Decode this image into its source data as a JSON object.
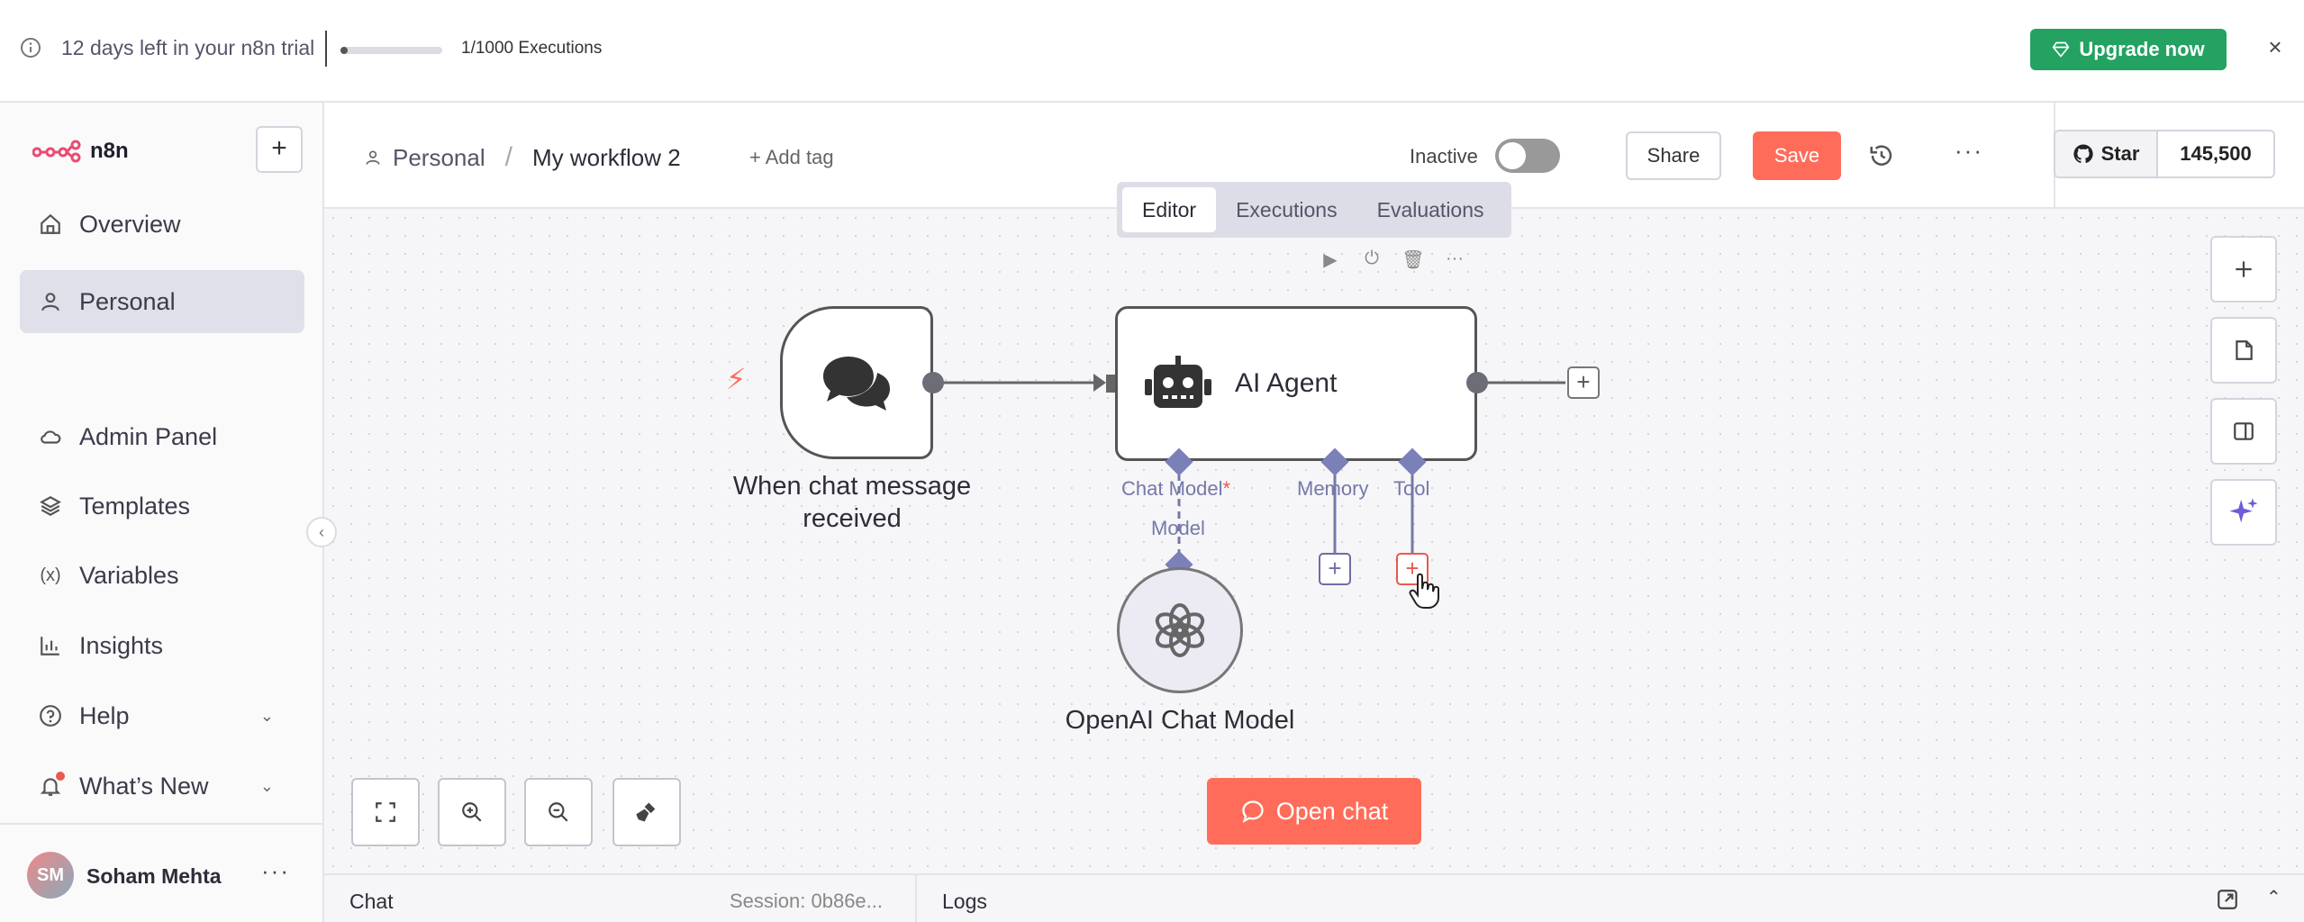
{
  "banner": {
    "trial_text": "12 days left in your n8n trial",
    "executions_text": "1/1000 Executions",
    "executions_progress": 0.001,
    "upgrade_label": "Upgrade now",
    "upgrade_color": "#23a262"
  },
  "sidebar": {
    "logo_text": "n8n",
    "items": [
      {
        "label": "Overview",
        "icon": "home-icon"
      },
      {
        "label": "Personal",
        "icon": "user-icon",
        "active": true
      },
      {
        "label": "Admin Panel",
        "icon": "cloud-icon"
      },
      {
        "label": "Templates",
        "icon": "box-icon"
      },
      {
        "label": "Variables",
        "icon": "variables-icon"
      },
      {
        "label": "Insights",
        "icon": "chart-icon"
      },
      {
        "label": "Help",
        "icon": "help-icon"
      },
      {
        "label": "What’s New",
        "icon": "bell-icon"
      }
    ],
    "user": {
      "initials": "SM",
      "name": "Soham Mehta"
    }
  },
  "header": {
    "project": "Personal",
    "workflow_name": "My workflow 2",
    "add_tag": "+ Add tag",
    "status_label": "Inactive",
    "active": false,
    "share_label": "Share",
    "save_label": "Save",
    "save_color": "#ff6d5a",
    "github_star_label": "Star",
    "github_stars": "145,500"
  },
  "tabs": [
    "Editor",
    "Executions",
    "Evaluations"
  ],
  "active_tab": "Editor",
  "nodes": {
    "trigger_label": "When chat message received",
    "agent_title": "AI Agent",
    "chat_model_label": "Chat Model",
    "chat_model_required": "*",
    "memory_label": "Memory",
    "tool_label": "Tool",
    "model_label": "Model",
    "openai_label": "OpenAI Chat Model"
  },
  "canvas": {
    "open_chat_label": "Open chat"
  },
  "bottom_panel": {
    "chat_label": "Chat",
    "session_text": "Session: 0b86e...",
    "logs_label": "Logs"
  }
}
